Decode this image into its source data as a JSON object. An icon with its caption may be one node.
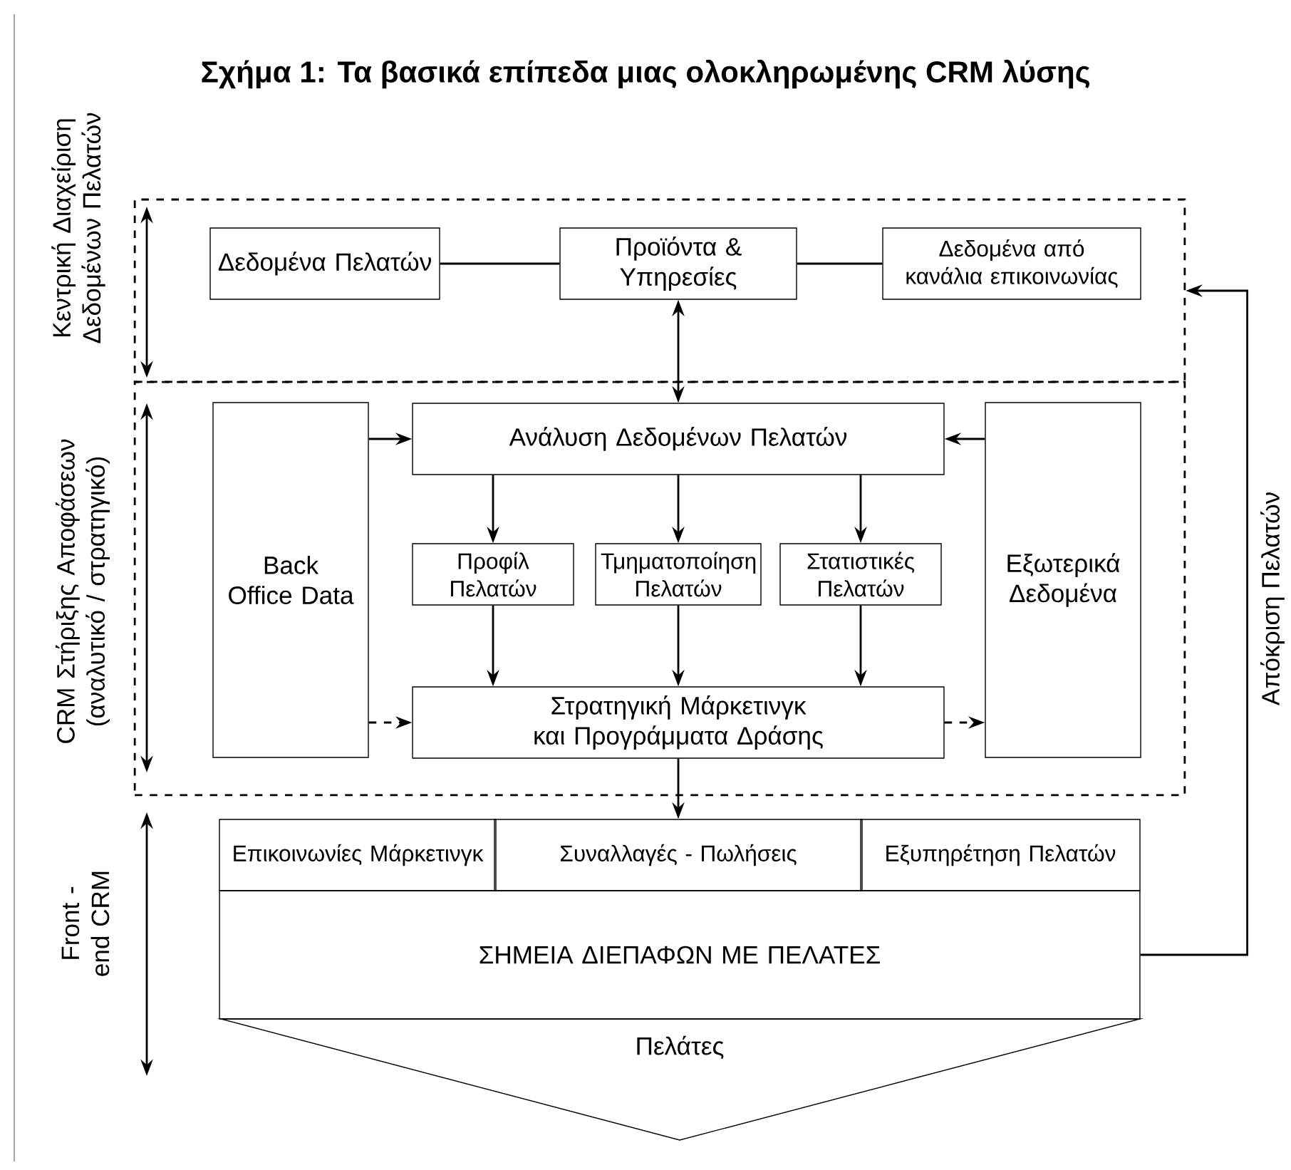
{
  "diagram": {
    "title": "Σχήμα 1: Τα βασικά επίπεδα μιας ολοκληρωμένης CRM λύσης",
    "nodes": [
      {
        "text": [],
        "shape": "box"
      },
      {
        "text": [
          "Δεδομένα Πελατών"
        ],
        "in": 0
      },
      {
        "text": [
          "Προϊόντα & Υπηρεσίες"
        ],
        "in": 0
      },
      {
        "text": [
          "Δεδομένα από κανάλια επικοινωνίας"
        ],
        "in": 0
      },
      {
        "text": [],
        "shape": "box"
      },
      {
        "text": [
          "Back Office Data"
        ],
        "in": 4
      },
      {
        "text": [
          "Ανάλυση Δεδομένων Πελατών"
        ],
        "in": 4
      },
      {
        "text": [
          "Προφίλ Πελατών"
        ],
        "in": 4
      },
      {
        "text": [
          "Τμηματοποίηση Πελατών"
        ],
        "in": 4
      },
      {
        "text": [
          "Στατιστικές Πελατών"
        ],
        "in": 4
      },
      {
        "text": [
          "Στρατηγική Μάρκετινγκ και Προγράμματα Δράσης"
        ],
        "in": 4
      },
      {
        "text": [
          "Εξωτερικά Δεδομένα"
        ],
        "in": 4
      },
      {
        "text": [
          "Επικοινωνίες Μάρκετινγκ"
        ]
      },
      {
        "text": [
          "Συναλλαγές - Πωλήσεις"
        ]
      },
      {
        "text": [
          "Εξυπηρέτηση Πελατών"
        ]
      },
      {
        "text": [
          "ΣΗΜΕΙΑ ΔΙΕΠΑΦΩΝ ΜΕ ΠΕΛΑΤΕΣ"
        ]
      },
      {
        "text": [
          "Πελάτες"
        ]
      }
    ],
    "edges": [
      {
        "from": 1,
        "to": 2,
        "arrow": "none"
      },
      {
        "from": 2,
        "to": 3,
        "arrow": "none"
      },
      {
        "from": 2,
        "to": 6,
        "arrow": "both"
      },
      {
        "from": 5,
        "to": 6,
        "arrow": "to"
      },
      {
        "from": 11,
        "to": 6,
        "arrow": "to"
      },
      {
        "from": 6,
        "to": 7,
        "arrow": "to"
      },
      {
        "from": 6,
        "to": 8,
        "arrow": "to"
      },
      {
        "from": 6,
        "to": 9,
        "arrow": "to"
      },
      {
        "from": 7,
        "to": 10,
        "arrow": "to"
      },
      {
        "from": 8,
        "to": 10,
        "arrow": "to"
      },
      {
        "from": 9,
        "to": 10,
        "arrow": "to"
      },
      {
        "from": 5,
        "to": 10,
        "arrow": "to",
        "style": "dashed"
      },
      {
        "from": 10,
        "to": 11,
        "arrow": "to",
        "style": "dashed"
      },
      {
        "from": 10,
        "to": 13,
        "arrow": "to"
      },
      {
        "from": 15,
        "to": 0,
        "arrow": "to",
        "label": "Απόκριση Πελατών"
      }
    ],
    "labels": [
      "Κεντρική Διαχείριση Δεδομένων Πελατών",
      "CRM Στήριξης Αποφάσεων (αναλυτικό / στρατηγικό)",
      "Front - end CRM"
    ]
  }
}
